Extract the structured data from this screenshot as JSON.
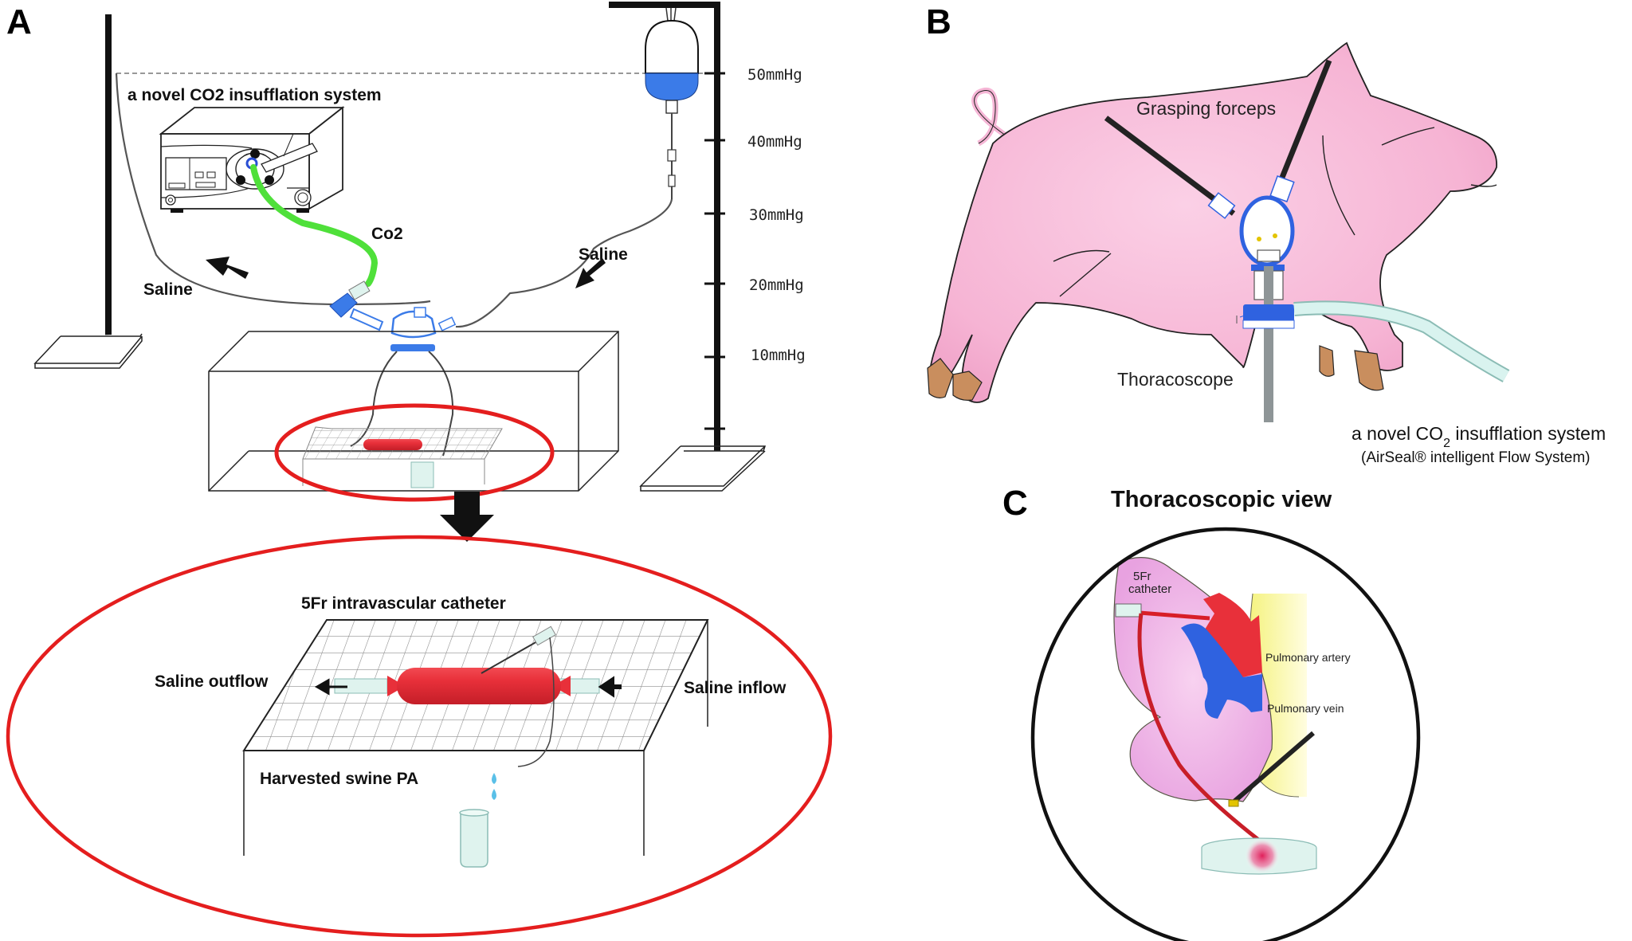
{
  "panels": {
    "a": {
      "letter": "A",
      "insufflator_label": "a novel CO2 insufflation system",
      "co2_label": "Co2",
      "saline_left_label": "Saline",
      "saline_right_label": "Saline",
      "pressure_scale": [
        "50mmHg",
        "40mmHg",
        "30mmHg",
        "20mmHg",
        "10mmHg"
      ],
      "zoom_view": {
        "catheter_label": "5Fr intravascular catheter",
        "outflow_label": "Saline outflow",
        "inflow_label": "Saline inflow",
        "specimen_label": "Harvested swine PA"
      }
    },
    "b": {
      "letter": "B",
      "forceps_label": "Grasping forceps",
      "scope_label": "Thoracoscope",
      "system_label_prefix": "a novel CO",
      "system_label_sub": "2",
      "system_label_suffix": " insufflation system",
      "system_sublabel": "(AirSeal® intelligent Flow System)"
    },
    "c": {
      "letter": "C",
      "title": "Thoracoscopic view",
      "catheter_label_line1": "5Fr",
      "catheter_label_line2": "catheter",
      "artery_label": "Pulmonary artery",
      "vein_label": "Pulmonary vein"
    }
  },
  "colors": {
    "saline_blue": "#3b7be8",
    "co2_green": "#4fe03a",
    "highlight_red": "#e41e1e",
    "vessel_red": "#e8303a",
    "vein_blue": "#2f62e0",
    "pig_pink": "#f6b6d6",
    "lung_pink": "#eeb0e8",
    "fat_yellow": "#f4f27a",
    "hoof_tan": "#c98e5e",
    "tube_mint": "#d9f3ef"
  }
}
